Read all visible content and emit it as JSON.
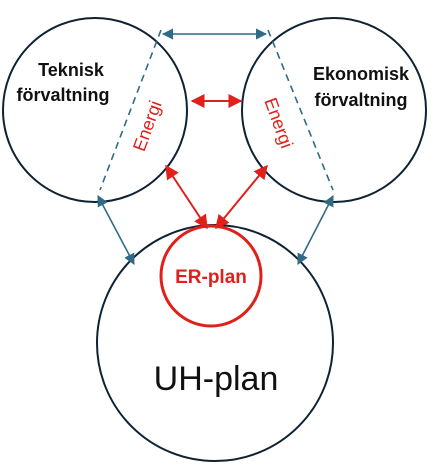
{
  "nodes": {
    "teknisk": {
      "line1": "Teknisk",
      "line2": "förvaltning",
      "segment_label": "Energi"
    },
    "ekonomisk": {
      "line1": "Ekonomisk",
      "line2": "förvaltning",
      "segment_label": "Energi"
    },
    "er_plan": {
      "label": "ER-plan"
    },
    "uh_plan": {
      "label": "UH-plan"
    }
  },
  "colors": {
    "circle_stroke": "#0f2233",
    "connector_blue": "#2f6b86",
    "accent_red": "#e0201a",
    "background": "#ffffff"
  }
}
